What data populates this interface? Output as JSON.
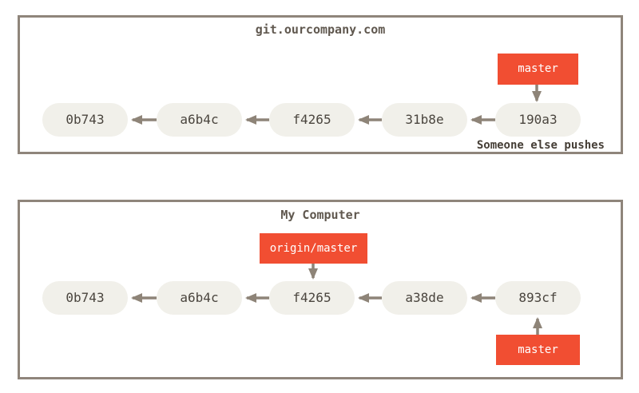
{
  "diagram": {
    "accent_color": "#f14e32",
    "node_fill_color": "#f1f0ea",
    "arrow_color": "#8e8478",
    "panel_border_color": "#8f857b",
    "panels": [
      {
        "title": "git.ourcompany.com",
        "annotation": "Someone else pushes",
        "commits": [
          "0b743",
          "a6b4c",
          "f4265",
          "31b8e",
          "190a3"
        ],
        "edges": [
          [
            "a6b4c",
            "0b743"
          ],
          [
            "f4265",
            "a6b4c"
          ],
          [
            "31b8e",
            "f4265"
          ],
          [
            "190a3",
            "31b8e"
          ]
        ],
        "refs": [
          {
            "label": "master",
            "points_to": "190a3"
          }
        ]
      },
      {
        "title": "My Computer",
        "commits": [
          "0b743",
          "a6b4c",
          "f4265",
          "a38de",
          "893cf"
        ],
        "edges": [
          [
            "a6b4c",
            "0b743"
          ],
          [
            "f4265",
            "a6b4c"
          ],
          [
            "a38de",
            "f4265"
          ],
          [
            "893cf",
            "a38de"
          ]
        ],
        "refs": [
          {
            "label": "origin/master",
            "points_to": "f4265"
          },
          {
            "label": "master",
            "points_to": "893cf"
          }
        ]
      }
    ]
  }
}
